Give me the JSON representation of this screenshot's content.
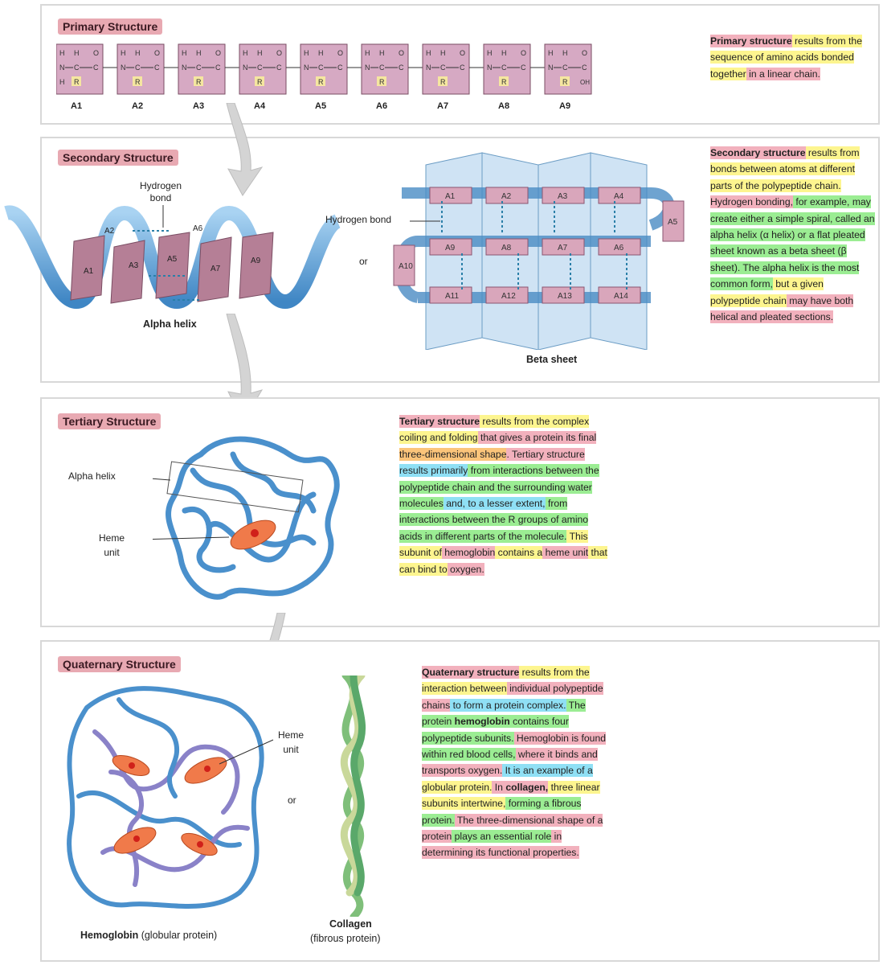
{
  "primary": {
    "title": "Primary Structure",
    "amino_acids": [
      "A1",
      "A2",
      "A3",
      "A4",
      "A5",
      "A6",
      "A7",
      "A8",
      "A9"
    ],
    "atom_labels": {
      "h": "H",
      "n": "N",
      "c": "C",
      "o": "O",
      "r": "R",
      "oh": "OH"
    },
    "desc": [
      {
        "t": "Primary structure",
        "c": "p",
        "b": true
      },
      {
        "t": " results from the sequence of amino acids bonded together",
        "c": "y"
      },
      {
        "t": " in a linear chain.",
        "c": "p"
      }
    ]
  },
  "secondary": {
    "title": "Secondary Structure",
    "hydrogen_bond_label": "Hydrogen bond",
    "hydrogen_bond_label2": "Hydrogen bond",
    "helix_residues": [
      "A1",
      "A2",
      "A3",
      "A5",
      "A6",
      "A7",
      "A9"
    ],
    "helix_caption": "Alpha helix",
    "or_label": "or",
    "sheet_residues": [
      "A1",
      "A2",
      "A3",
      "A4",
      "A5",
      "A9",
      "A8",
      "A7",
      "A6",
      "A10",
      "A11",
      "A12",
      "A13",
      "A14"
    ],
    "sheet_caption": "Beta sheet",
    "desc": [
      {
        "t": "Secondary structure",
        "c": "p",
        "b": true
      },
      {
        "t": " results from bonds between atoms at different parts of the polypeptide chain.",
        "c": "y"
      },
      {
        "t": " Hydrogen bonding,",
        "c": "p"
      },
      {
        "t": " for example, may create either a simple spiral, called an alpha helix (α helix) or a flat pleated sheet known as a beta sheet (β sheet).",
        "c": "g"
      },
      {
        "t": " The alpha helix is the most common form,",
        "c": "g"
      },
      {
        "t": " but a given polypeptide chain",
        "c": "y"
      },
      {
        "t": " may have both helical and pleated sections.",
        "c": "p"
      }
    ]
  },
  "tertiary": {
    "title": "Tertiary Structure",
    "alpha_helix_label": "Alpha helix",
    "heme_label": "Heme unit",
    "desc": [
      {
        "t": "Tertiary structure",
        "c": "p",
        "b": true
      },
      {
        "t": " results from the complex coiling and folding",
        "c": "y"
      },
      {
        "t": " that gives a protein its final",
        "c": "p"
      },
      {
        "t": " three-dimensional shape",
        "c": "o"
      },
      {
        "t": ". Tertiary structure",
        "c": "p"
      },
      {
        "t": " results primarily",
        "c": "b"
      },
      {
        "t": " from interactions between the polypeptide chain and the surrounding water molecules",
        "c": "g"
      },
      {
        "t": " and, to a lesser extent,",
        "c": "b"
      },
      {
        "t": " from interactions between the R groups of amino acids in different parts of the molecule.",
        "c": "g"
      },
      {
        "t": " This subunit of",
        "c": "y"
      },
      {
        "t": " hemoglobin",
        "c": "p"
      },
      {
        "t": " contains a",
        "c": "y"
      },
      {
        "t": " heme unit",
        "c": "p"
      },
      {
        "t": " that can bind to",
        "c": "y"
      },
      {
        "t": " oxygen.",
        "c": "p"
      }
    ]
  },
  "quaternary": {
    "title": "Quaternary Structure",
    "heme_label": "Heme unit",
    "or_label": "or",
    "hemoglobin_bold": "Hemoglobin",
    "hemoglobin_rest": " (globular protein)",
    "collagen_caption": "Collagen",
    "collagen_sub": "(fibrous protein)",
    "desc": [
      {
        "t": "Quaternary structure",
        "c": "p",
        "b": true
      },
      {
        "t": " results from the interaction between",
        "c": "y"
      },
      {
        "t": " individual polypeptide chains",
        "c": "p"
      },
      {
        "t": " to form a protein complex.",
        "c": "b"
      },
      {
        "t": " The protein",
        "c": "g"
      },
      {
        "t": " hemoglobin",
        "c": "g",
        "b": true
      },
      {
        "t": " contains four polypeptide subunits.",
        "c": "g"
      },
      {
        "t": " Hemoglobin is found",
        "c": "p"
      },
      {
        "t": " within red blood cells,",
        "c": "g"
      },
      {
        "t": " where it binds and transports oxygen.",
        "c": "p"
      },
      {
        "t": " It is an example of a",
        "c": "b"
      },
      {
        "t": " globular protein.",
        "c": "y"
      },
      {
        "t": " In",
        "c": "p"
      },
      {
        "t": " collagen,",
        "c": "p",
        "b": true
      },
      {
        "t": " three linear subunits intertwine,",
        "c": "y"
      },
      {
        "t": " forming a fibrous protein.",
        "c": "g"
      },
      {
        "t": " The three-dimensional shape of a protein",
        "c": "p"
      },
      {
        "t": " plays an essential role",
        "c": "g"
      },
      {
        "t": " in determining its functional properties.",
        "c": "p"
      }
    ]
  }
}
